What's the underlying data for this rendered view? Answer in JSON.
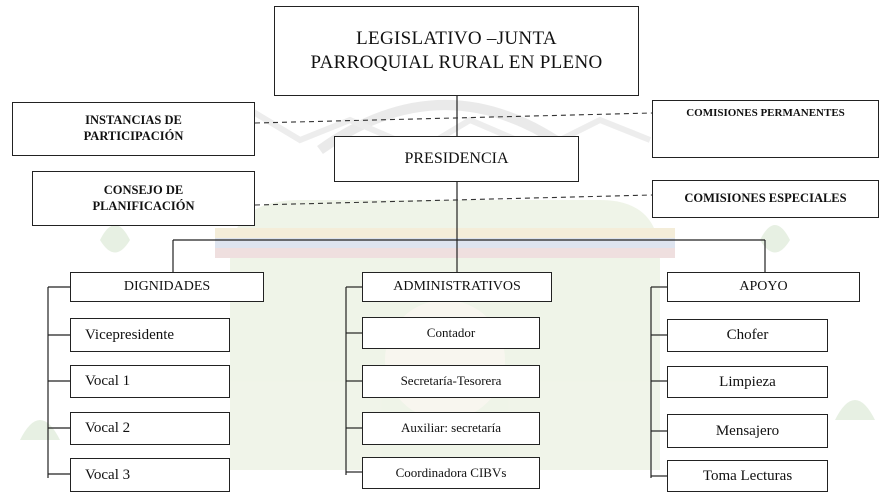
{
  "top": {
    "line1": "LEGISLATIVO –JUNTA",
    "line2": "PARROQUIAL RURAL EN PLENO"
  },
  "presidencia": "PRESIDENCIA",
  "instancias": {
    "line1": "INSTANCIAS DE",
    "line2": "PARTICIPACIÓN"
  },
  "consejo": {
    "line1": "CONSEJO DE",
    "line2": "PLANIFICACIÓN"
  },
  "comisiones_permanentes": "COMISIONES PERMANENTES",
  "comisiones_especiales": "COMISIONES ESPECIALES",
  "dignidades": {
    "header": "DIGNIDADES",
    "items": [
      "Vicepresidente",
      "Vocal 1",
      "Vocal 2",
      "Vocal 3"
    ]
  },
  "administrativos": {
    "header": "ADMINISTRATIVOS",
    "items": [
      "Contador",
      "Secretaría-Tesorera",
      "Auxiliar: secretaría",
      "Coordinadora CIBVs"
    ]
  },
  "apoyo": {
    "header": "APOYO",
    "items": [
      "Chofer",
      "Limpieza",
      "Mensajero",
      "Toma Lecturas"
    ]
  }
}
